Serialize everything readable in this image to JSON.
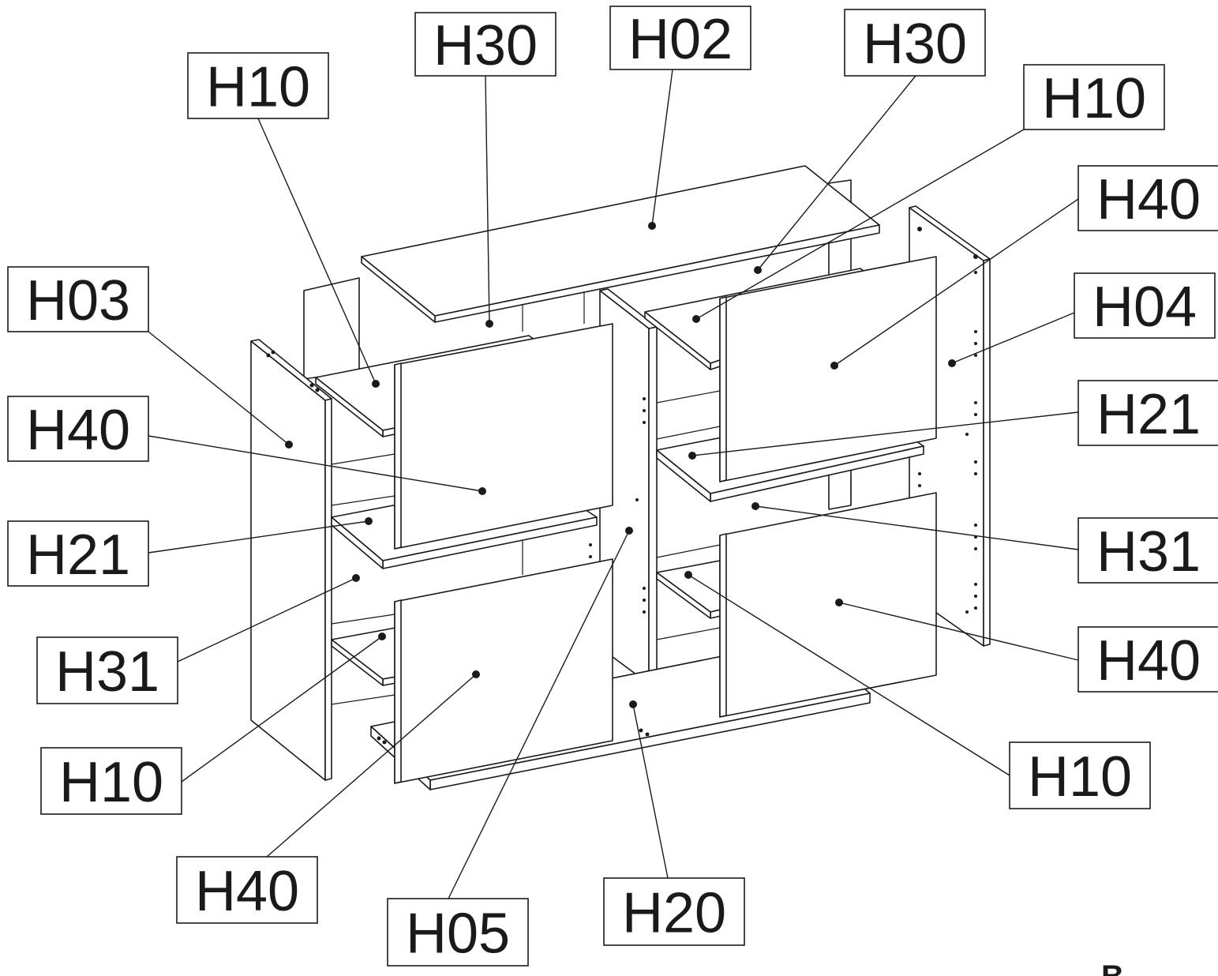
{
  "diagram": {
    "labels": [
      {
        "id": "h30-top-left",
        "text": "H30"
      },
      {
        "id": "h02-top",
        "text": "H02"
      },
      {
        "id": "h30-top-right",
        "text": "H30"
      },
      {
        "id": "h10-top-left",
        "text": "H10"
      },
      {
        "id": "h10-top-right",
        "text": "H10"
      },
      {
        "id": "h40-upper-right",
        "text": "H40"
      },
      {
        "id": "h03-left",
        "text": "H03"
      },
      {
        "id": "h04-right",
        "text": "H04"
      },
      {
        "id": "h40-upper-left",
        "text": "H40"
      },
      {
        "id": "h21-right",
        "text": "H21"
      },
      {
        "id": "h21-left",
        "text": "H21"
      },
      {
        "id": "h31-right",
        "text": "H31"
      },
      {
        "id": "h31-left",
        "text": "H31"
      },
      {
        "id": "h40-lower-right",
        "text": "H40"
      },
      {
        "id": "h10-lower-left",
        "text": "H10"
      },
      {
        "id": "h10-lower-right",
        "text": "H10"
      },
      {
        "id": "h40-lower-left",
        "text": "H40"
      },
      {
        "id": "h05-center",
        "text": "H05"
      },
      {
        "id": "h20-bottom",
        "text": "H20"
      }
    ],
    "page_mark": "B"
  }
}
